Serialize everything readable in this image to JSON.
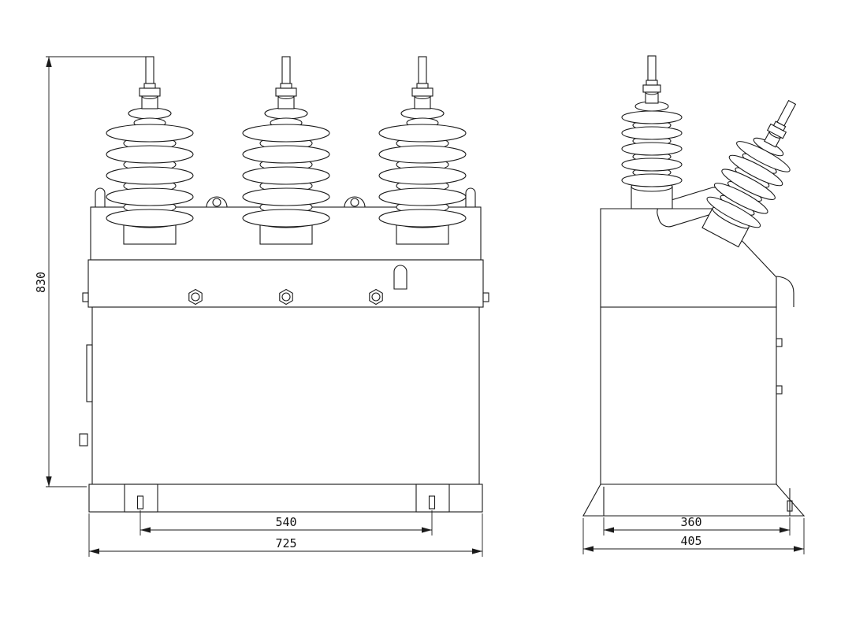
{
  "style": {
    "background": "#ffffff",
    "line_color": "#1a1a1a",
    "text_color": "#111111"
  },
  "drawing": {
    "type": "engineering-outline-drawing",
    "views": 2,
    "dimensions": {
      "overall_height": "830",
      "front_foot_spacing": "540",
      "front_overall_width": "725",
      "side_foot_spacing": "360",
      "side_overall_width": "405"
    }
  }
}
